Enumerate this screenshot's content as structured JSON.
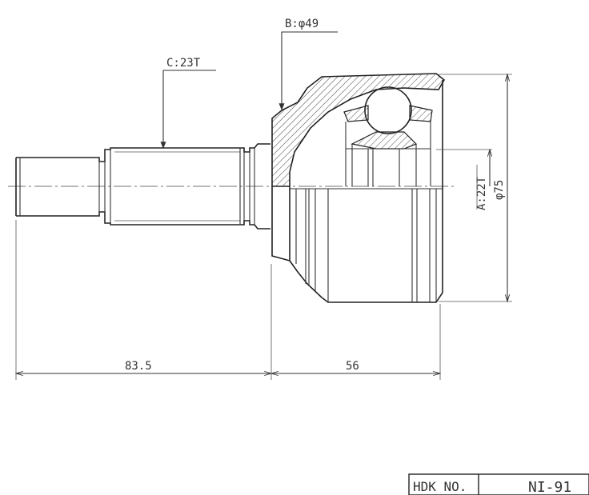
{
  "annotations": {
    "outer_diameter_callout": "B:φ49",
    "shaft_spline_callout": "C:23T",
    "inner_spline": "A:22T",
    "abs_diameter": "φ75"
  },
  "dimensions": {
    "shaft_length": "83.5",
    "bell_length": "56"
  },
  "title_block": {
    "label": "HDK NO.",
    "part_number": "NI-91"
  },
  "colors": {
    "line": "#333333",
    "hatch": "#444444",
    "background": "#ffffff"
  }
}
